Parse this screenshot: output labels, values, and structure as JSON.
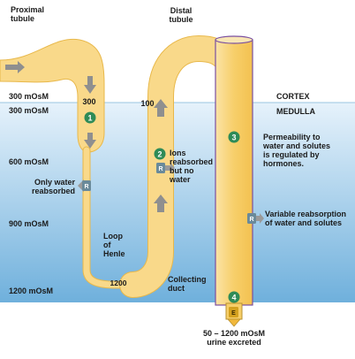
{
  "labels": {
    "proximal_tubule": "Proximal\ntubule",
    "distal_tubule": "Distal\ntubule",
    "cortex": "CORTEX",
    "medulla": "MEDULLA",
    "osm_300_cortex": "300 mOsM",
    "osm_300_medulla": "300 mOsM",
    "osm_600": "600 mOsM",
    "osm_900": "900 mOsM",
    "osm_1200": "1200 mOsM",
    "only_water": "Only water\nreabsorbed",
    "ions_reabsorbed": "Ions\nreabsorbed\nbut no\nwater",
    "loop_of_henle": "Loop\nof\nHenle",
    "permeability": "Permeability to\nwater and solutes\nis regulated by\nhormones.",
    "variable_reabsorption": "Variable reabsorption\nof water and solutes",
    "collecting_duct": "Collecting\nduct",
    "urine_excreted": "50 – 1200 mOsM\nurine excreted"
  },
  "tubule_values": {
    "v300": "300",
    "v100": "100",
    "v1200": "1200"
  },
  "steps": [
    "1",
    "2",
    "3",
    "4"
  ],
  "badges": {
    "reabsorption": "R",
    "excretion": "E"
  },
  "colors": {
    "tubule_fill": "#f9d98a",
    "tubule_outline": "#e8b84a",
    "collecting_duct_outline": "#7a4fa0",
    "medulla_gradient_top": "#e6f2fb",
    "medulla_gradient_bottom": "#6fb0dc",
    "step_circle": "#2e8b57"
  }
}
